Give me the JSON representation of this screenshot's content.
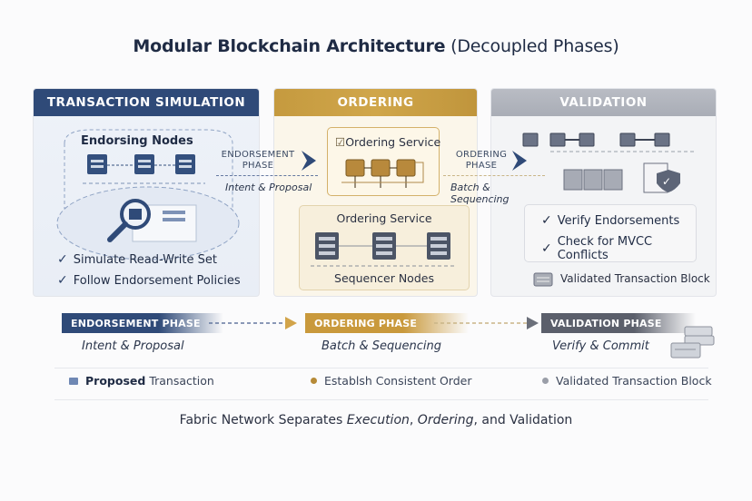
{
  "title": {
    "bold": "Modular Blockchain Architecture",
    "normal": "(Decoupled Phases)"
  },
  "panels": {
    "simulation": {
      "header": "TRANSACTION SIMULATION",
      "group_label": "Endorsing Nodes",
      "checks": [
        "Simulate Read-Write Set",
        "Follow Endorsement Policies"
      ],
      "color": "#2f4a78"
    },
    "ordering": {
      "header": "ORDERING",
      "service_label": "Ordering Service",
      "sub_service_label": "Ordering Service",
      "sequencer_label": "Sequencer Nodes",
      "color": "#c59a3f"
    },
    "validation": {
      "header": "VALIDATION",
      "checks": [
        "Verify Endorsements",
        "Check for MVCC Conflicts"
      ],
      "block_label": "Validated Transaction Block",
      "color": "#a9adb6"
    }
  },
  "connectors": {
    "endorsement": {
      "line1": "ENDORSEMENT",
      "line2": "PHASE",
      "caption": "Intent & Proposal"
    },
    "ordering": {
      "line1": "ORDERING",
      "line2": "PHASE",
      "caption": "Batch & Sequencing"
    }
  },
  "flow": [
    {
      "label": "ENDORSEMENT PHASE",
      "caption": "Intent & Proposal",
      "color": "#2f4a78"
    },
    {
      "label": "ORDERING PHASE",
      "caption": "Batch & Sequencing",
      "color": "#c9993c"
    },
    {
      "label": "VALIDATION PHASE",
      "caption": "Verify & Commit",
      "color": "#5b5f6b"
    }
  ],
  "legend": [
    {
      "bold": "Proposed",
      "text": "Transaction",
      "icon": "folder-icon",
      "color": "#6f88b4"
    },
    {
      "bold": "",
      "text": "Establsh Consistent Order",
      "icon": "dot-icon",
      "color": "#b68a37"
    },
    {
      "bold": "",
      "text": "Validated Transaction Block",
      "icon": "dot-icon",
      "color": "#9a9ea8"
    }
  ],
  "footer": {
    "prefix": "Fabric Network Separates ",
    "execution": "Execution",
    "comma": ", ",
    "ordering": "Ordering",
    "suffix": ", and Validation"
  }
}
